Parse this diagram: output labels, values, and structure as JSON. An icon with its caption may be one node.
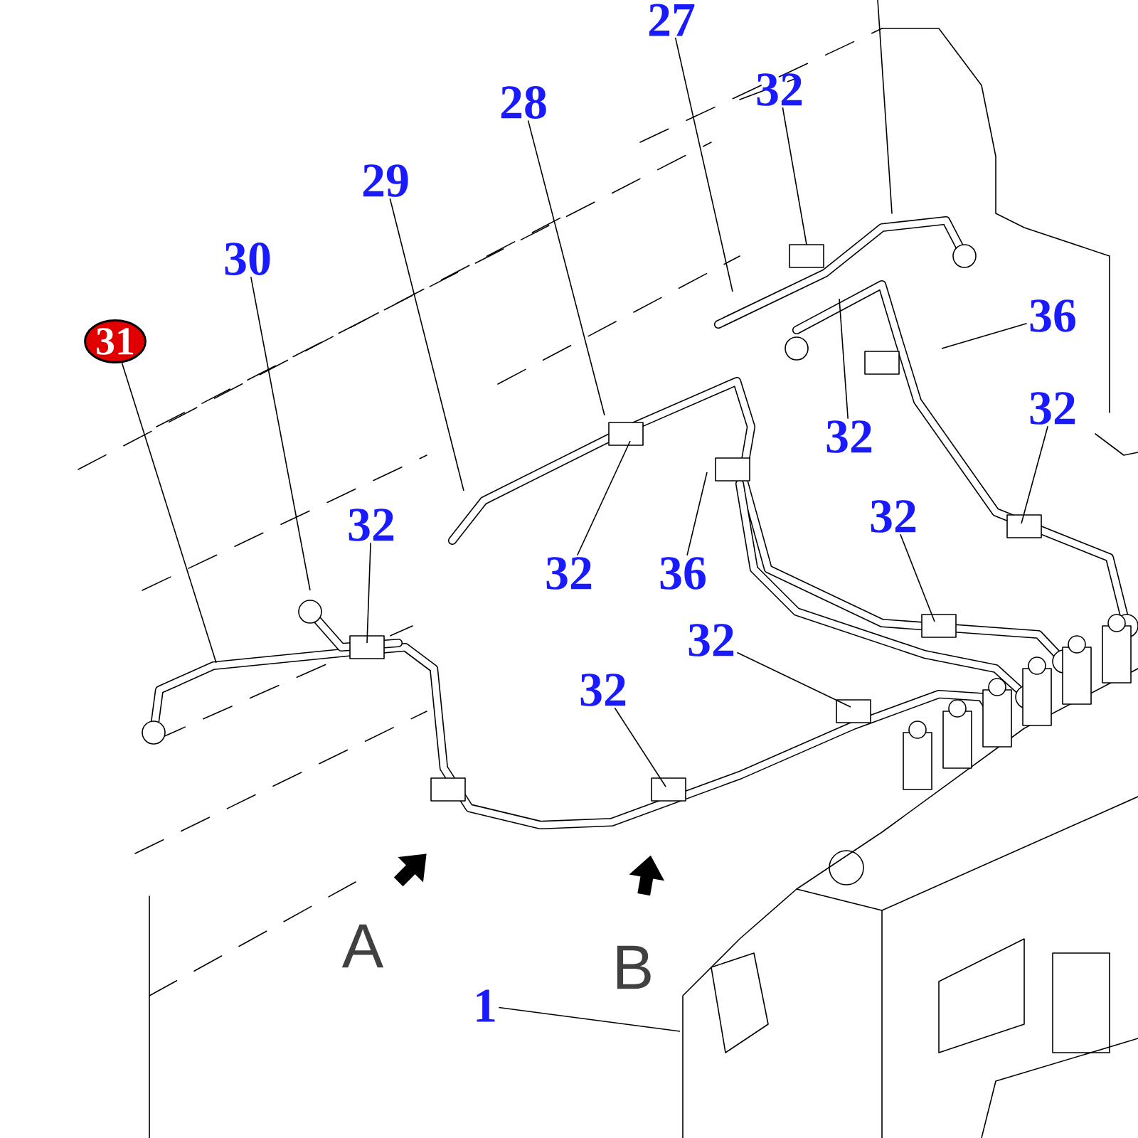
{
  "diagram": {
    "nodes": [
      {
        "text": [
          "27"
        ]
      },
      {
        "text": [
          "32"
        ]
      },
      {
        "text": [
          "28"
        ]
      },
      {
        "text": [
          "29"
        ]
      },
      {
        "text": [
          "30"
        ]
      },
      {
        "text": [
          "36"
        ]
      },
      {
        "text": [
          "31"
        ]
      },
      {
        "text": [
          "32"
        ]
      },
      {
        "text": [
          "32"
        ]
      },
      {
        "text": [
          "32"
        ]
      },
      {
        "text": [
          "32"
        ]
      },
      {
        "text": [
          "32"
        ]
      },
      {
        "text": [
          "36"
        ]
      },
      {
        "text": [
          "32"
        ]
      },
      {
        "text": [
          "32"
        ]
      },
      {
        "text": [
          "1"
        ]
      }
    ],
    "edges": [
      {
        "from": 0,
        "to": null,
        "arrow": "none"
      },
      {
        "from": 1,
        "to": null,
        "arrow": "none"
      },
      {
        "from": 2,
        "to": null,
        "arrow": "none"
      },
      {
        "from": 3,
        "to": null,
        "arrow": "none"
      },
      {
        "from": 4,
        "to": null,
        "arrow": "none"
      },
      {
        "from": 5,
        "to": null,
        "arrow": "none"
      },
      {
        "from": 6,
        "to": null,
        "arrow": "none"
      },
      {
        "from": 7,
        "to": null,
        "arrow": "none"
      },
      {
        "from": 8,
        "to": null,
        "arrow": "none"
      },
      {
        "from": 9,
        "to": null,
        "arrow": "none"
      },
      {
        "from": 10,
        "to": null,
        "arrow": "none"
      },
      {
        "from": 11,
        "to": null,
        "arrow": "none"
      },
      {
        "from": 12,
        "to": null,
        "arrow": "none"
      },
      {
        "from": 13,
        "to": null,
        "arrow": "none"
      },
      {
        "from": 14,
        "to": null,
        "arrow": "none"
      },
      {
        "from": 15,
        "to": null,
        "arrow": "none"
      }
    ],
    "labels": [
      "A",
      "B"
    ]
  }
}
